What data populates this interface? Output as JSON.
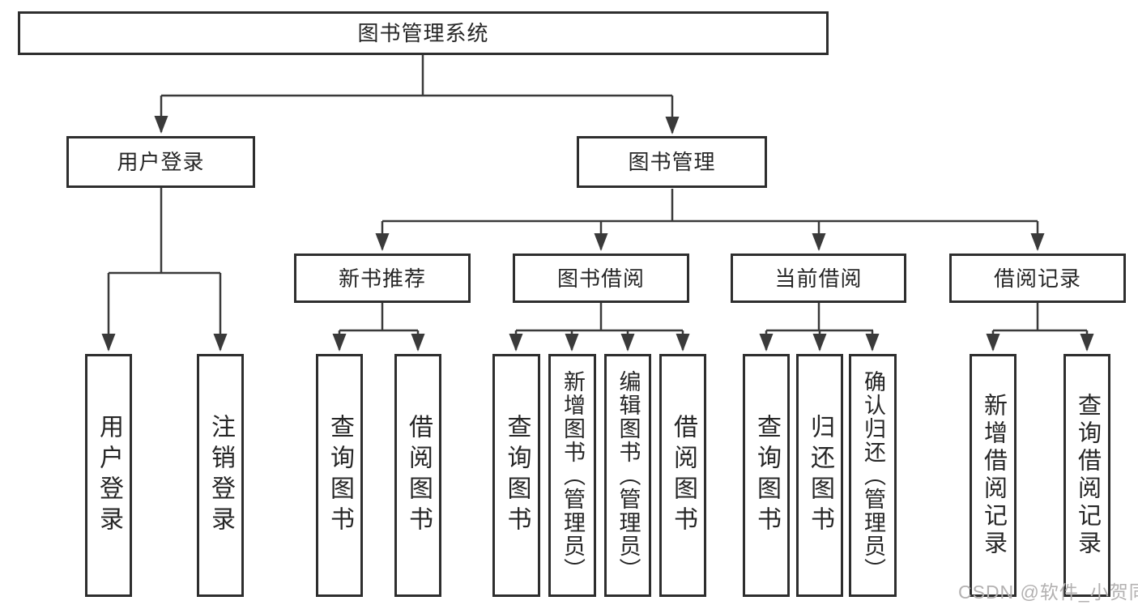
{
  "page": {
    "background": "#ffffff",
    "watermark": "CSDN @软件_小贺同学"
  },
  "colors": {
    "line": "#3a3a3a",
    "box_border": "#2e2e2e",
    "text": "#262626",
    "watermark": "#b3b1b1"
  },
  "tree": {
    "label": "图书管理系统",
    "children": [
      {
        "label": "用户登录",
        "children": [
          {
            "label": "用户登录"
          },
          {
            "label": "注销登录"
          }
        ]
      },
      {
        "label": "图书管理",
        "children": [
          {
            "label": "新书推荐",
            "children": [
              {
                "label": "查询图书"
              },
              {
                "label": "借阅图书"
              }
            ]
          },
          {
            "label": "图书借阅",
            "children": [
              {
                "label": "查询图书"
              },
              {
                "label": "新增图书（管理员）"
              },
              {
                "label": "编辑图书（管理员）"
              },
              {
                "label": "借阅图书"
              }
            ]
          },
          {
            "label": "当前借阅",
            "children": [
              {
                "label": "查询图书"
              },
              {
                "label": "归还图书"
              },
              {
                "label": "确认归还（管理员）"
              }
            ]
          },
          {
            "label": "借阅记录",
            "children": [
              {
                "label": "新增借阅记录"
              },
              {
                "label": "查询借阅记录"
              }
            ]
          }
        ]
      }
    ]
  }
}
